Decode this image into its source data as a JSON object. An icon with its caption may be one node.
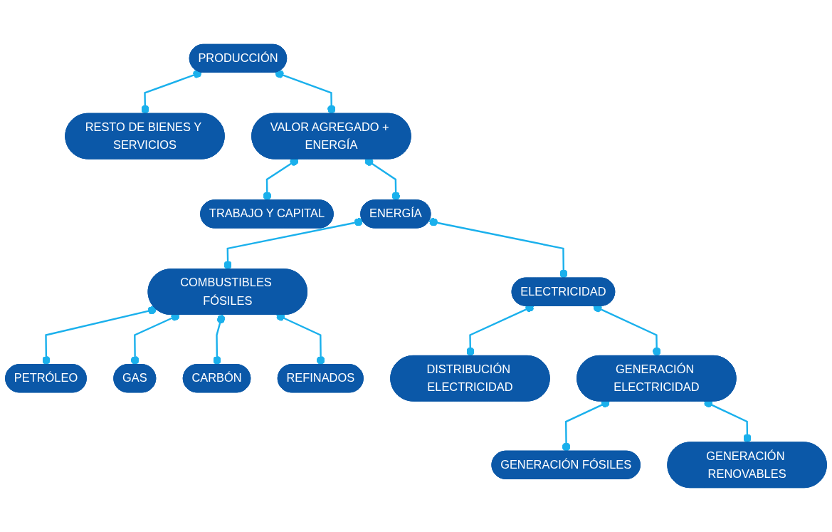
{
  "diagram": {
    "nodes": [
      {
        "text": [
          "PRODUCCIÓN"
        ]
      },
      {
        "text": [
          "RESTO DE BIENES Y SERVICIOS"
        ]
      },
      {
        "text": [
          "VALOR AGREGADO + ENERGÍA"
        ]
      },
      {
        "text": [
          "TRABAJO Y CAPITAL"
        ]
      },
      {
        "text": [
          "ENERGÍA"
        ]
      },
      {
        "text": [
          "COMBUSTIBLES FÓSILES"
        ]
      },
      {
        "text": [
          "ELECTRICIDAD"
        ]
      },
      {
        "text": [
          "PETRÓLEO"
        ]
      },
      {
        "text": [
          "GAS"
        ]
      },
      {
        "text": [
          "CARBÓN"
        ]
      },
      {
        "text": [
          "REFINADOS"
        ]
      },
      {
        "text": [
          "DISTRIBUCIÓN ELECTRICIDAD"
        ]
      },
      {
        "text": [
          "GENERACIÓN ELECTRICIDAD"
        ]
      },
      {
        "text": [
          "GENERACIÓN FÓSILES"
        ]
      },
      {
        "text": [
          "GENERACIÓN RENOVABLES"
        ]
      }
    ],
    "edges": [
      {
        "from": 0,
        "to": 1,
        "arrow": "other"
      },
      {
        "from": 0,
        "to": 2,
        "arrow": "other"
      },
      {
        "from": 2,
        "to": 3,
        "arrow": "other"
      },
      {
        "from": 2,
        "to": 4,
        "arrow": "other"
      },
      {
        "from": 4,
        "to": 5,
        "arrow": "other"
      },
      {
        "from": 4,
        "to": 6,
        "arrow": "other"
      },
      {
        "from": 5,
        "to": 7,
        "arrow": "other"
      },
      {
        "from": 5,
        "to": 8,
        "arrow": "other"
      },
      {
        "from": 5,
        "to": 9,
        "arrow": "other"
      },
      {
        "from": 5,
        "to": 10,
        "arrow": "other"
      },
      {
        "from": 6,
        "to": 11,
        "arrow": "other"
      },
      {
        "from": 6,
        "to": 12,
        "arrow": "other"
      },
      {
        "from": 12,
        "to": 13,
        "arrow": "other"
      },
      {
        "from": 12,
        "to": 14,
        "arrow": "other"
      }
    ]
  }
}
